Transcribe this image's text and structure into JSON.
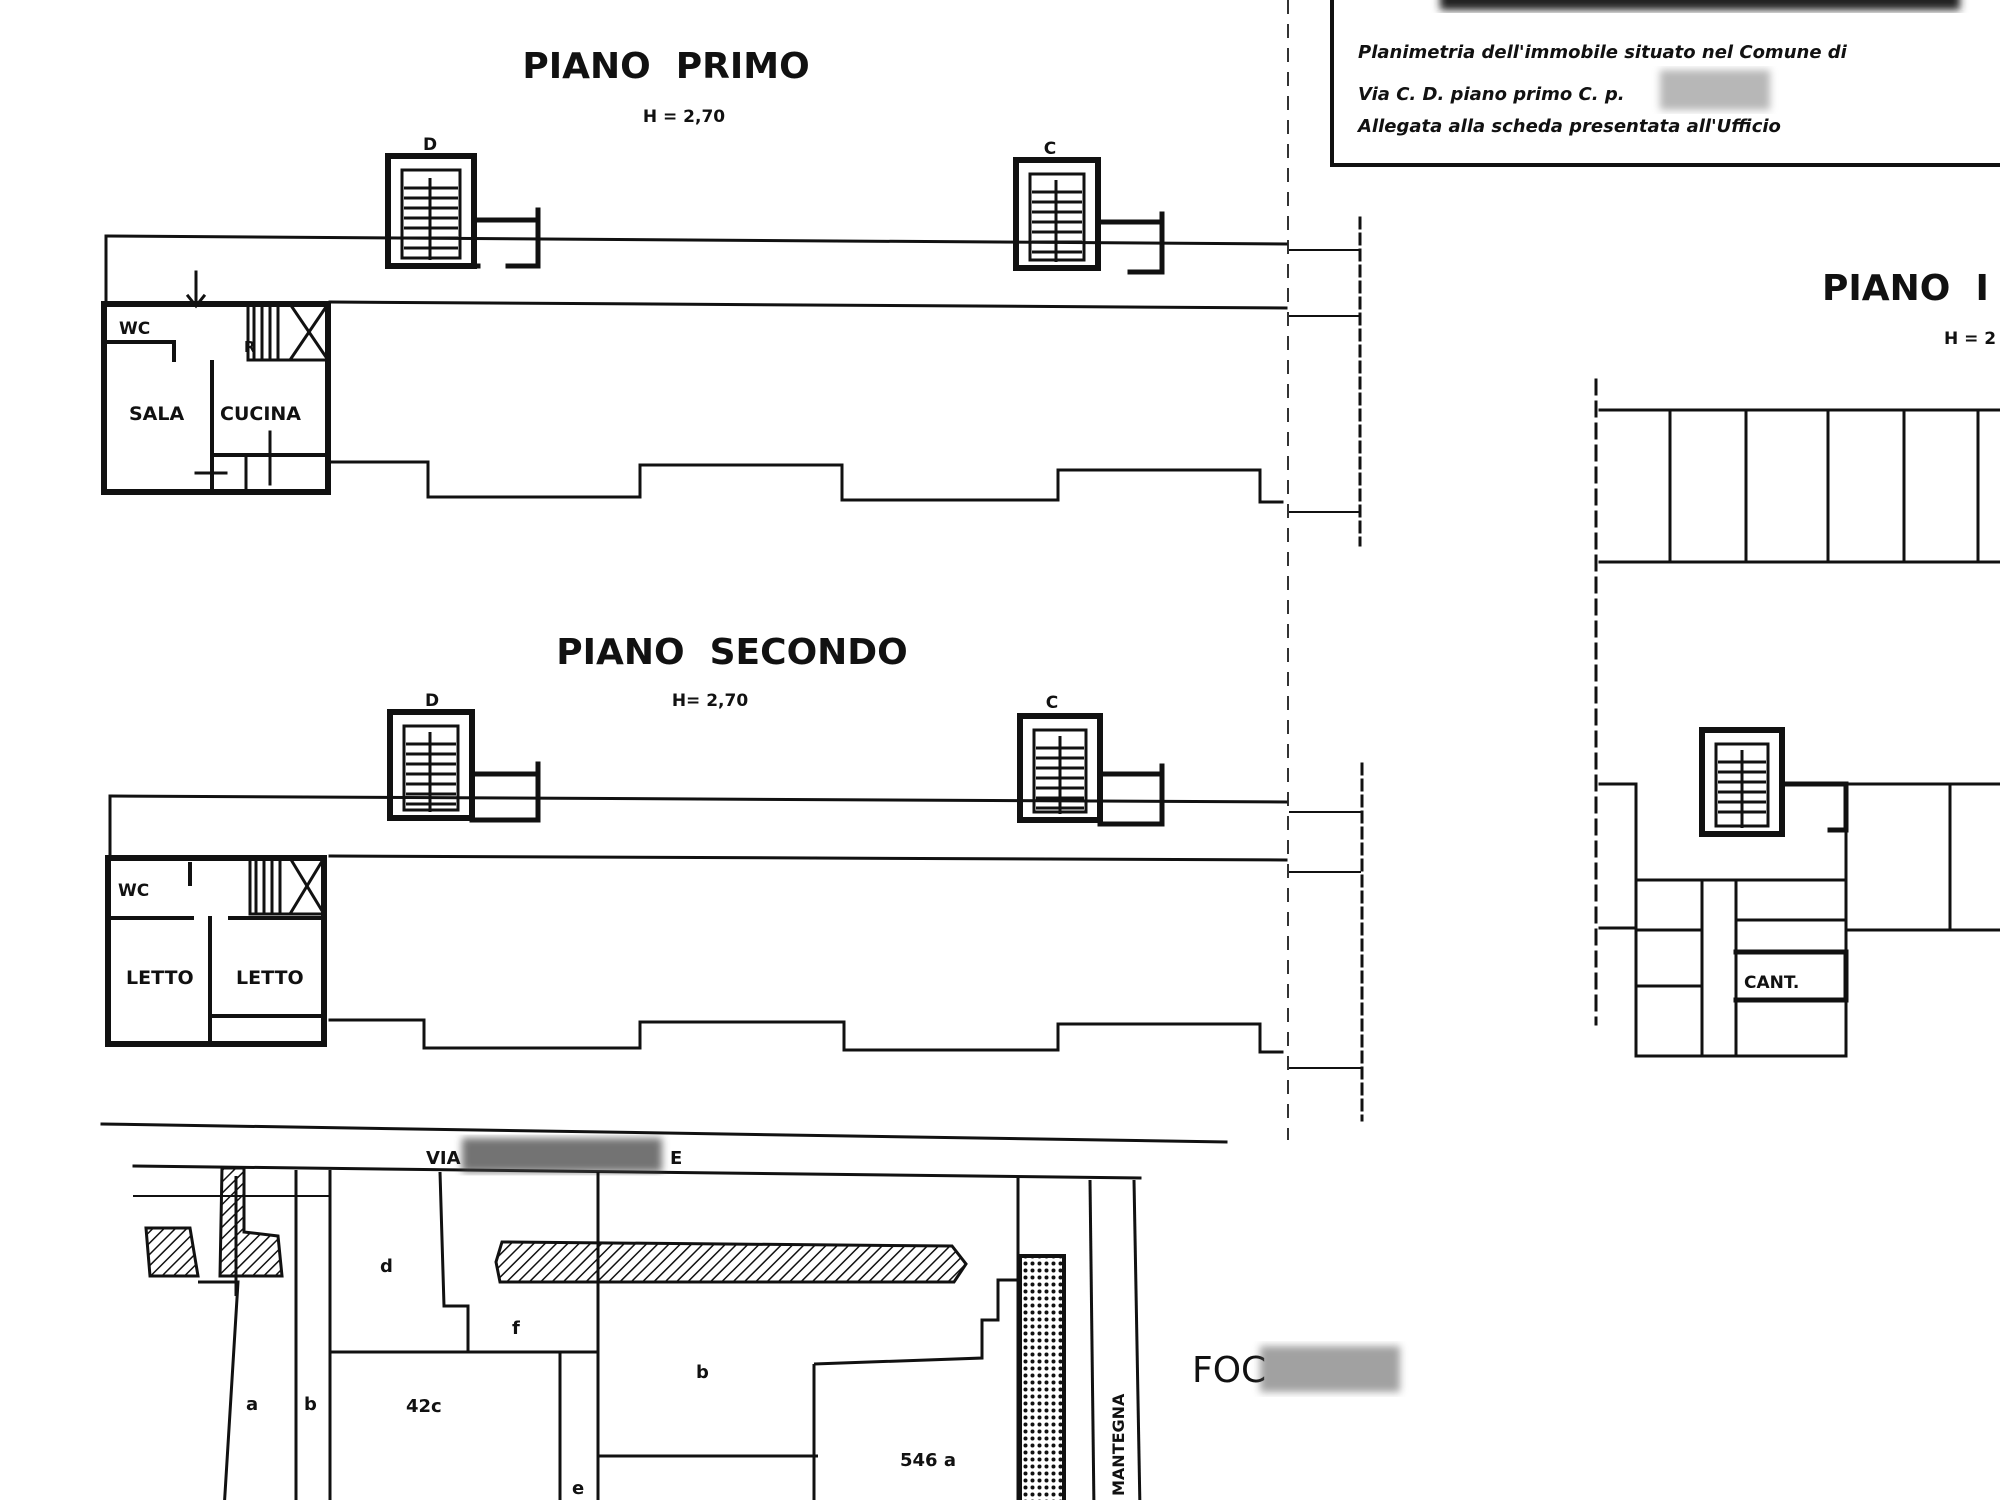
{
  "floors": {
    "primo": {
      "title": "PIANO  PRIMO",
      "height": "H = 2,70",
      "rooms": [
        "WC",
        "SALA",
        "CUCINA"
      ]
    },
    "secondo": {
      "title": "PIANO  SECONDO",
      "height": "H= 2,70",
      "rooms": [
        "WC",
        "LETTO",
        "LETTO"
      ]
    },
    "terra": {
      "title": "PIANO  I",
      "height": "H = 2",
      "rooms": [
        "CANT."
      ]
    }
  },
  "staircases": {
    "left": "D",
    "right": "C",
    "secondary_mark": "R"
  },
  "site_plan": {
    "street": "VIA",
    "street_end": "E",
    "side_street": "MANTEGNA",
    "parcels": [
      "d",
      "f",
      "a",
      "b",
      "42c",
      "b",
      "546 a",
      "e"
    ]
  },
  "foglio": "FOC",
  "header_box": {
    "line1": "Planimetria dell'immobile situato nel Comune di",
    "line2": "Via  C. D.  piano primo    C.  p.",
    "line3": "Allegata alla scheda presentata all'Ufficio"
  },
  "colors": {
    "ink": "#111111",
    "paper": "#ffffff"
  }
}
